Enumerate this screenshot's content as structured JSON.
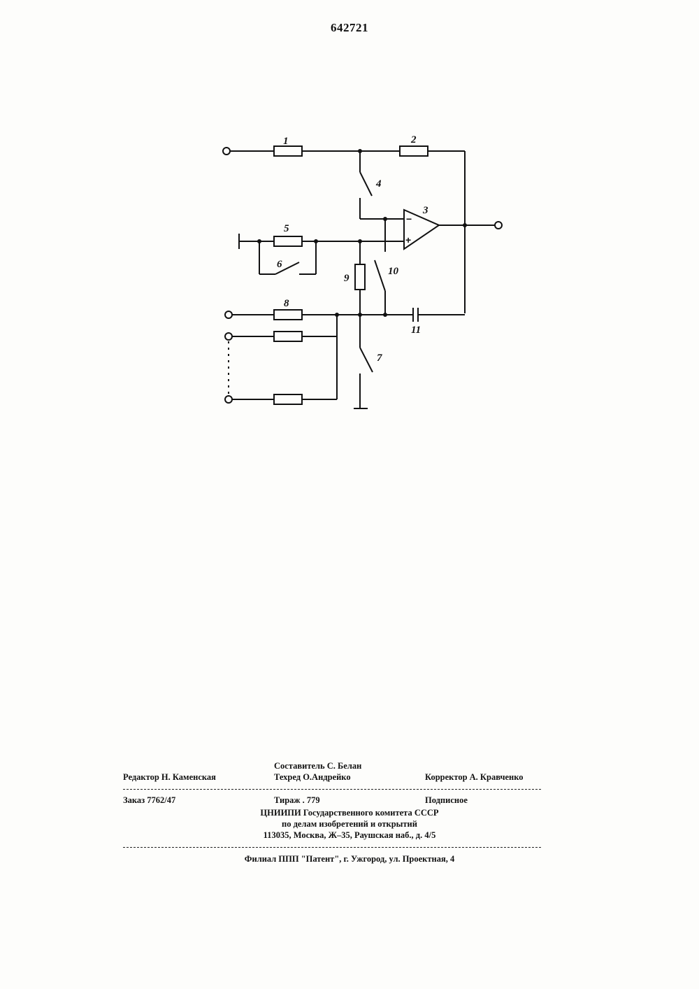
{
  "header": {
    "patent_number": "642721"
  },
  "diagram": {
    "labels": {
      "r1": "1",
      "r2": "2",
      "opamp": "3",
      "sw4": "4",
      "r5": "5",
      "sw6": "6",
      "sw7": "7",
      "r8": "8",
      "r9": "9",
      "sw10": "10",
      "c11": "11"
    },
    "opamp_minus": "−",
    "opamp_plus": "+"
  },
  "colophon": {
    "compiler": "Составитель С. Белан",
    "editor": "Редактор Н. Каменская",
    "techred": "Техред О.Андрейко",
    "corrector": "Корректор  А. Кравченко",
    "order": "Заказ  7762/47",
    "circulation": "Тираж  . 779",
    "subscription": "Подписное",
    "org_line1": "ЦНИИПИ Государственного комитета СССР",
    "org_line2": "по делам изобретений и открытий",
    "org_address": "113035, Москва, Ж–35, Раушская наб., д. 4/5",
    "branch": "Филиал ППП \"Патент\",   г. Ужгород, ул. Проектная, 4"
  }
}
